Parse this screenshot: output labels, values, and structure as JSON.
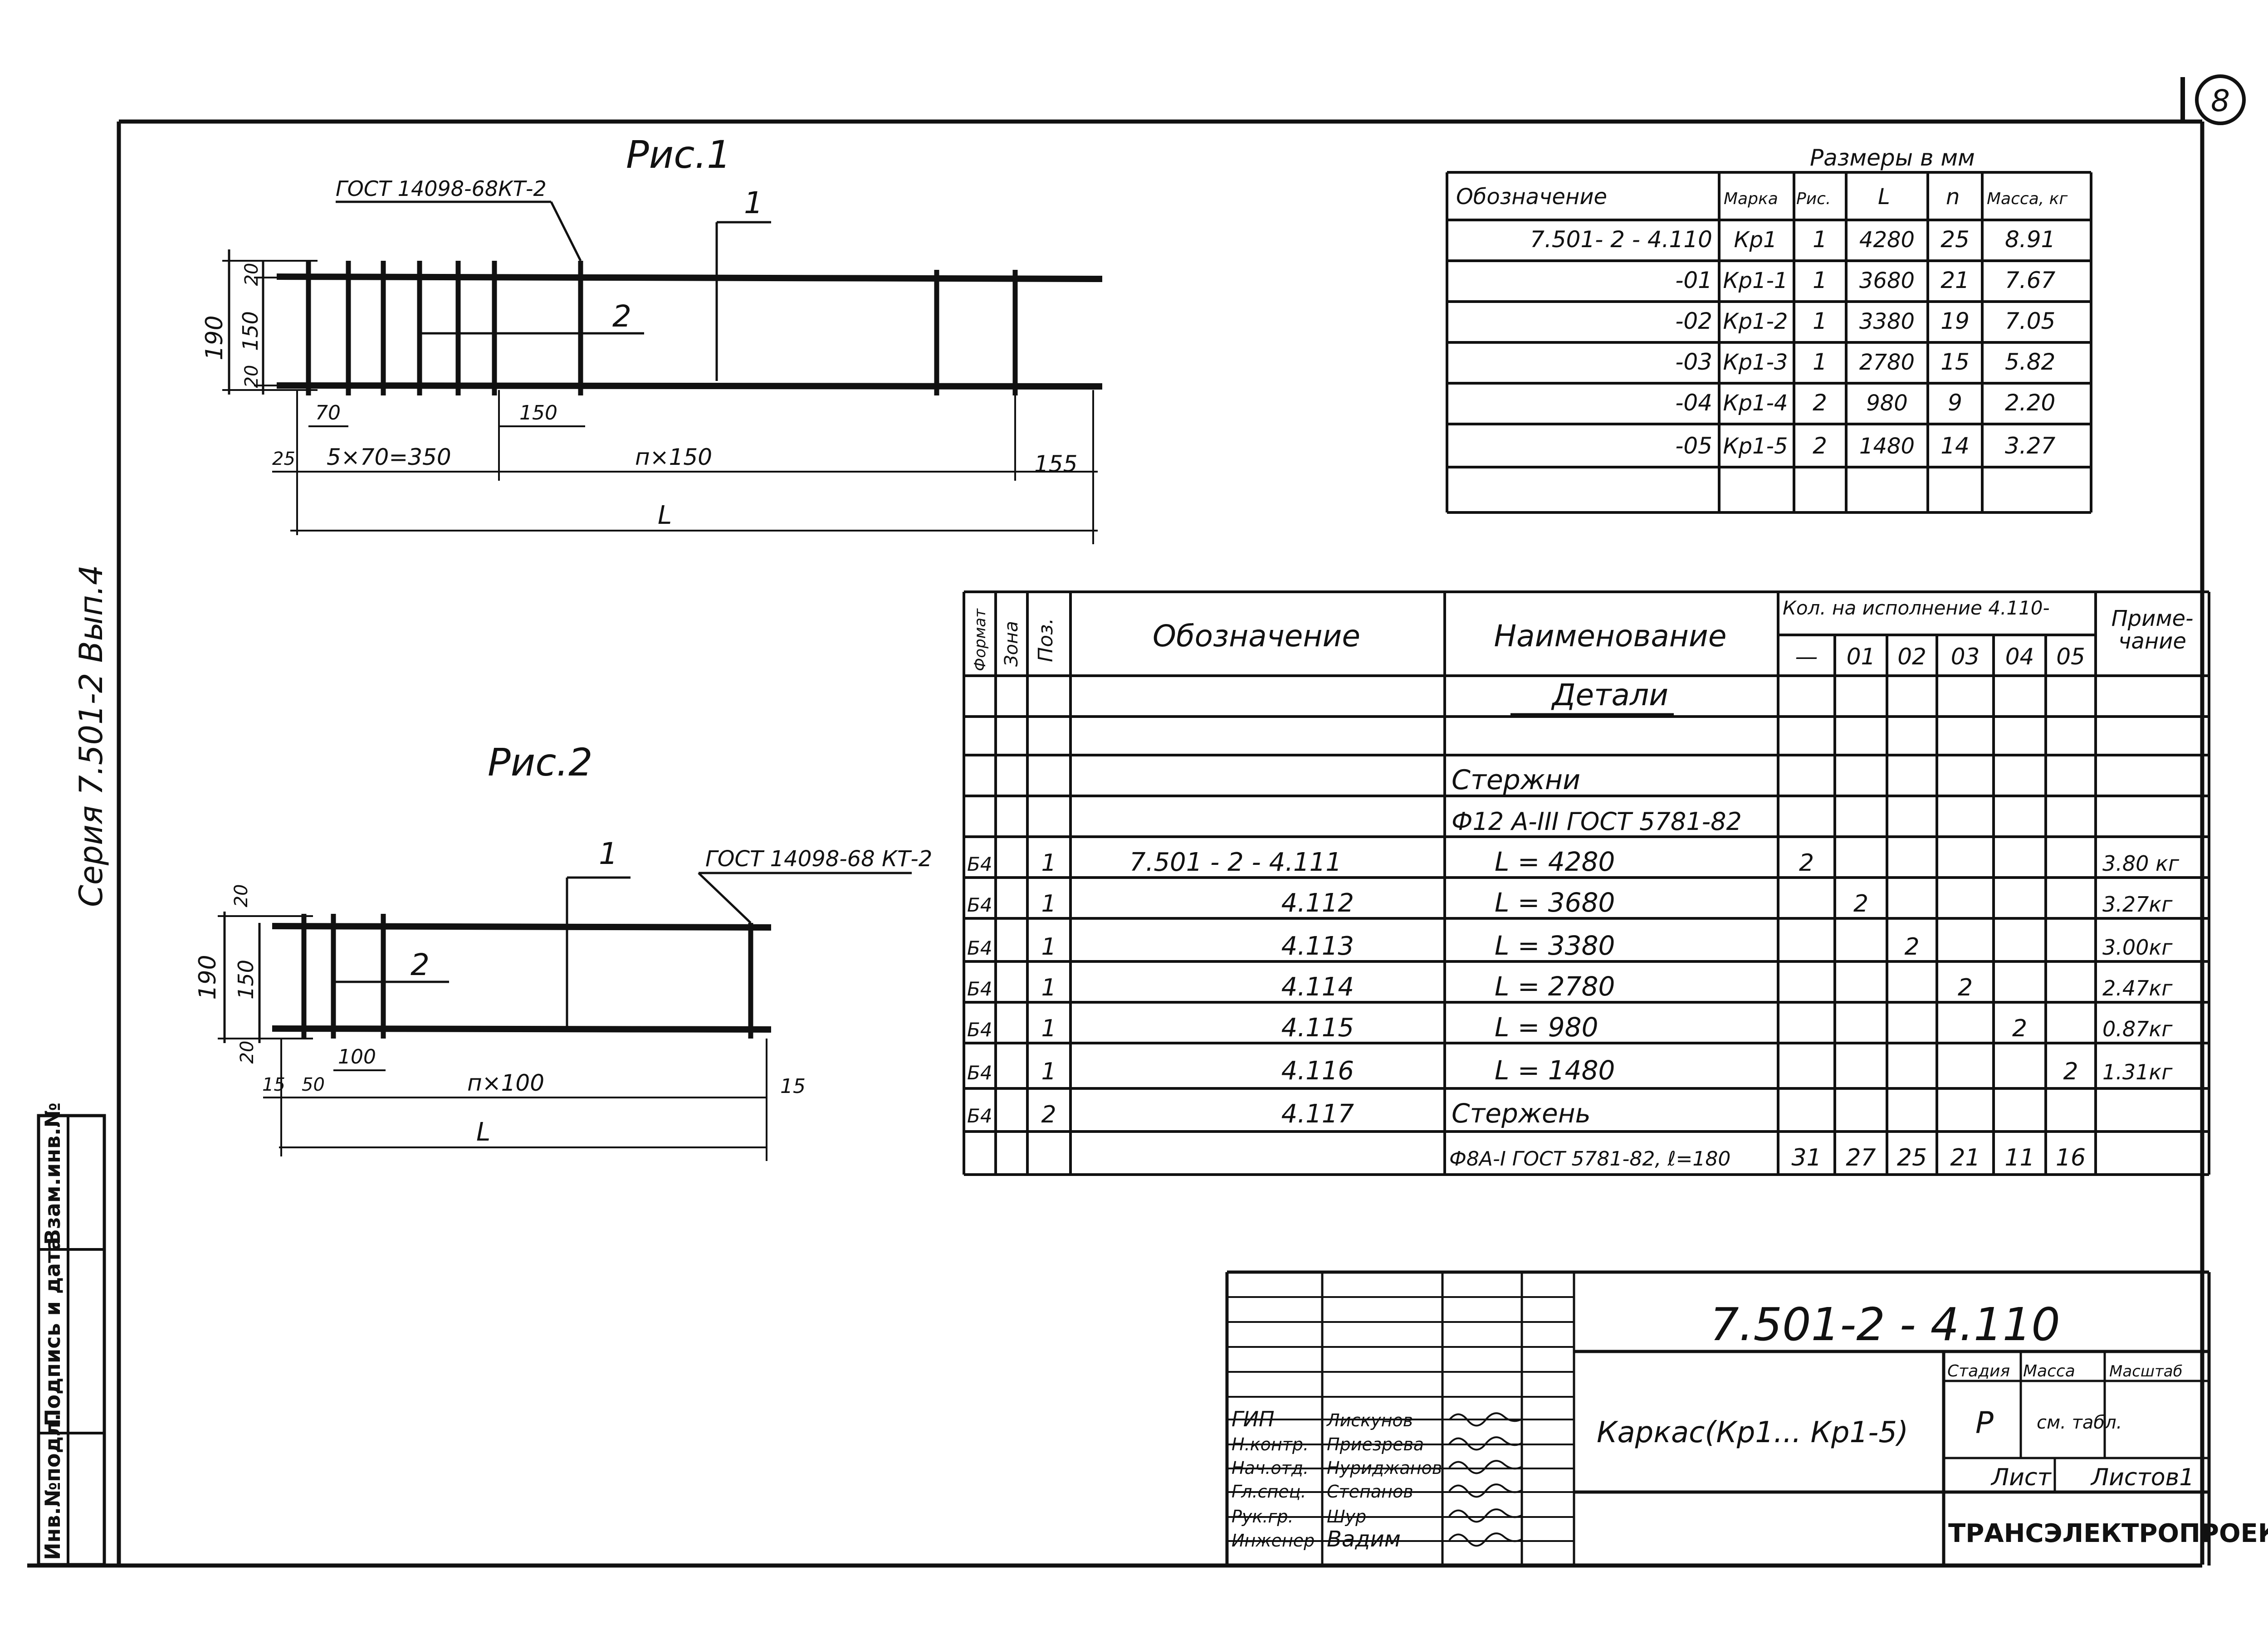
{
  "sheet_number": "8",
  "side_stamp": {
    "series": "Серия   7.501-2   Вып.4"
  },
  "left_strip": {
    "labels": [
      "Инв.№подл.",
      "Подпись и дата",
      "Взам.инв.№"
    ]
  },
  "fig1": {
    "title": "Рис.1",
    "gost": "ГОСТ 14098-68КТ-2",
    "callout1": "1",
    "callout2": "2",
    "dim_190": "190",
    "dim_150": "150",
    "dim_20a": "20",
    "dim_20b": "20",
    "dim_70": "70",
    "dim_150b": "150",
    "dim_25": "25",
    "dim_5x70": "5×70=350",
    "dim_nx150": "п×150",
    "dim_155": "155",
    "dim_L": "L"
  },
  "fig2": {
    "title": "Рис.2",
    "gost": "ГОСТ 14098-68 КТ-2",
    "callout1": "1",
    "callout2": "2",
    "dim_190": "190",
    "dim_150": "150",
    "dim_20a": "20",
    "dim_20b": "20",
    "dim_100": "100",
    "dim_15a": "15",
    "dim_50": "50",
    "dim_nx100": "п×100",
    "dim_15b": "15",
    "dim_L": "L"
  },
  "sizes_table": {
    "caption": "Размеры в мм",
    "headers": [
      "Обозначение",
      "Марка",
      "Рис.",
      "L",
      "n",
      "Масса, кг"
    ],
    "rows": [
      [
        "7.501- 2 - 4.110",
        "Кр1",
        "1",
        "4280",
        "25",
        "8.91"
      ],
      [
        "-01",
        "Кр1-1",
        "1",
        "3680",
        "21",
        "7.67"
      ],
      [
        "-02",
        "Кр1-2",
        "1",
        "3380",
        "19",
        "7.05"
      ],
      [
        "-03",
        "Кр1-3",
        "1",
        "2780",
        "15",
        "5.82"
      ],
      [
        "-04",
        "Кр1-4",
        "2",
        "980",
        "9",
        "2.20"
      ],
      [
        "-05",
        "Кр1-5",
        "2",
        "1480",
        "14",
        "3.27"
      ]
    ]
  },
  "spec_table": {
    "h_format": "Формат",
    "h_zone": "Зона",
    "h_pos": "Поз.",
    "h_designation": "Обозначение",
    "h_name": "Наименование",
    "h_qty": "Кол. на исполнение 4.110-",
    "qty_cols": [
      "—",
      "01",
      "02",
      "03",
      "04",
      "05"
    ],
    "h_note": "Приме-чание",
    "section": "Детали",
    "sub1": "Стержни",
    "sub2": "Ф12 А-III ГОСТ 5781-82",
    "rows": [
      {
        "format": "Б4",
        "pos": "1",
        "designation": "7.501 - 2 - 4.111",
        "name": "L = 4280",
        "qty": [
          "2",
          "",
          "",
          "",
          "",
          ""
        ],
        "note": "3.80 кг"
      },
      {
        "format": "Б4",
        "pos": "1",
        "designation": "4.112",
        "name": "L = 3680",
        "qty": [
          "",
          "2",
          "",
          "",
          "",
          ""
        ],
        "note": "3.27кг"
      },
      {
        "format": "Б4",
        "pos": "1",
        "designation": "4.113",
        "name": "L = 3380",
        "qty": [
          "",
          "",
          "2",
          "",
          "",
          ""
        ],
        "note": "3.00кг"
      },
      {
        "format": "Б4",
        "pos": "1",
        "designation": "4.114",
        "name": "L = 2780",
        "qty": [
          "",
          "",
          "",
          "2",
          "",
          ""
        ],
        "note": "2.47кг"
      },
      {
        "format": "Б4",
        "pos": "1",
        "designation": "4.115",
        "name": "L = 980",
        "qty": [
          "",
          "",
          "",
          "",
          "2",
          ""
        ],
        "note": "0.87кг"
      },
      {
        "format": "Б4",
        "pos": "1",
        "designation": "4.116",
        "name": "L = 1480",
        "qty": [
          "",
          "",
          "",
          "",
          "",
          "2"
        ],
        "note": "1.31кг"
      },
      {
        "format": "Б4",
        "pos": "2",
        "designation": "4.117",
        "name": "Стержень",
        "qty": [
          "",
          "",
          "",
          "",
          "",
          ""
        ],
        "note": ""
      }
    ],
    "last_row": {
      "name": "Ф8А-I ГОСТ 5781-82, ℓ=180",
      "qty": [
        "31",
        "27",
        "25",
        "21",
        "11",
        "16"
      ]
    }
  },
  "title_block": {
    "doc_number": "7.501-2 - 4.110",
    "item_name": "Каркас(Кр1... Кр1-5)",
    "stage_label": "Стадия",
    "mass_label": "Масса",
    "scale_label": "Масштаб",
    "stage_value": "Р",
    "mass_value": "см. табл.",
    "sheet_label": "Лист",
    "sheets_label": "Листов1",
    "company": "ТРАНСЭЛЕКТРОПРОЕКТ",
    "people": [
      {
        "role": "ГИП",
        "name": "Лискунов"
      },
      {
        "role": "Н.контр.",
        "name": "Приезрева"
      },
      {
        "role": "Нач.отд.",
        "name": "Нуриджанов"
      },
      {
        "role": "Гл.спец.",
        "name": "Степанов"
      },
      {
        "role": "Рук.гр.",
        "name": "Шур"
      },
      {
        "role": "Инженер",
        "name": "Вадим"
      }
    ]
  }
}
